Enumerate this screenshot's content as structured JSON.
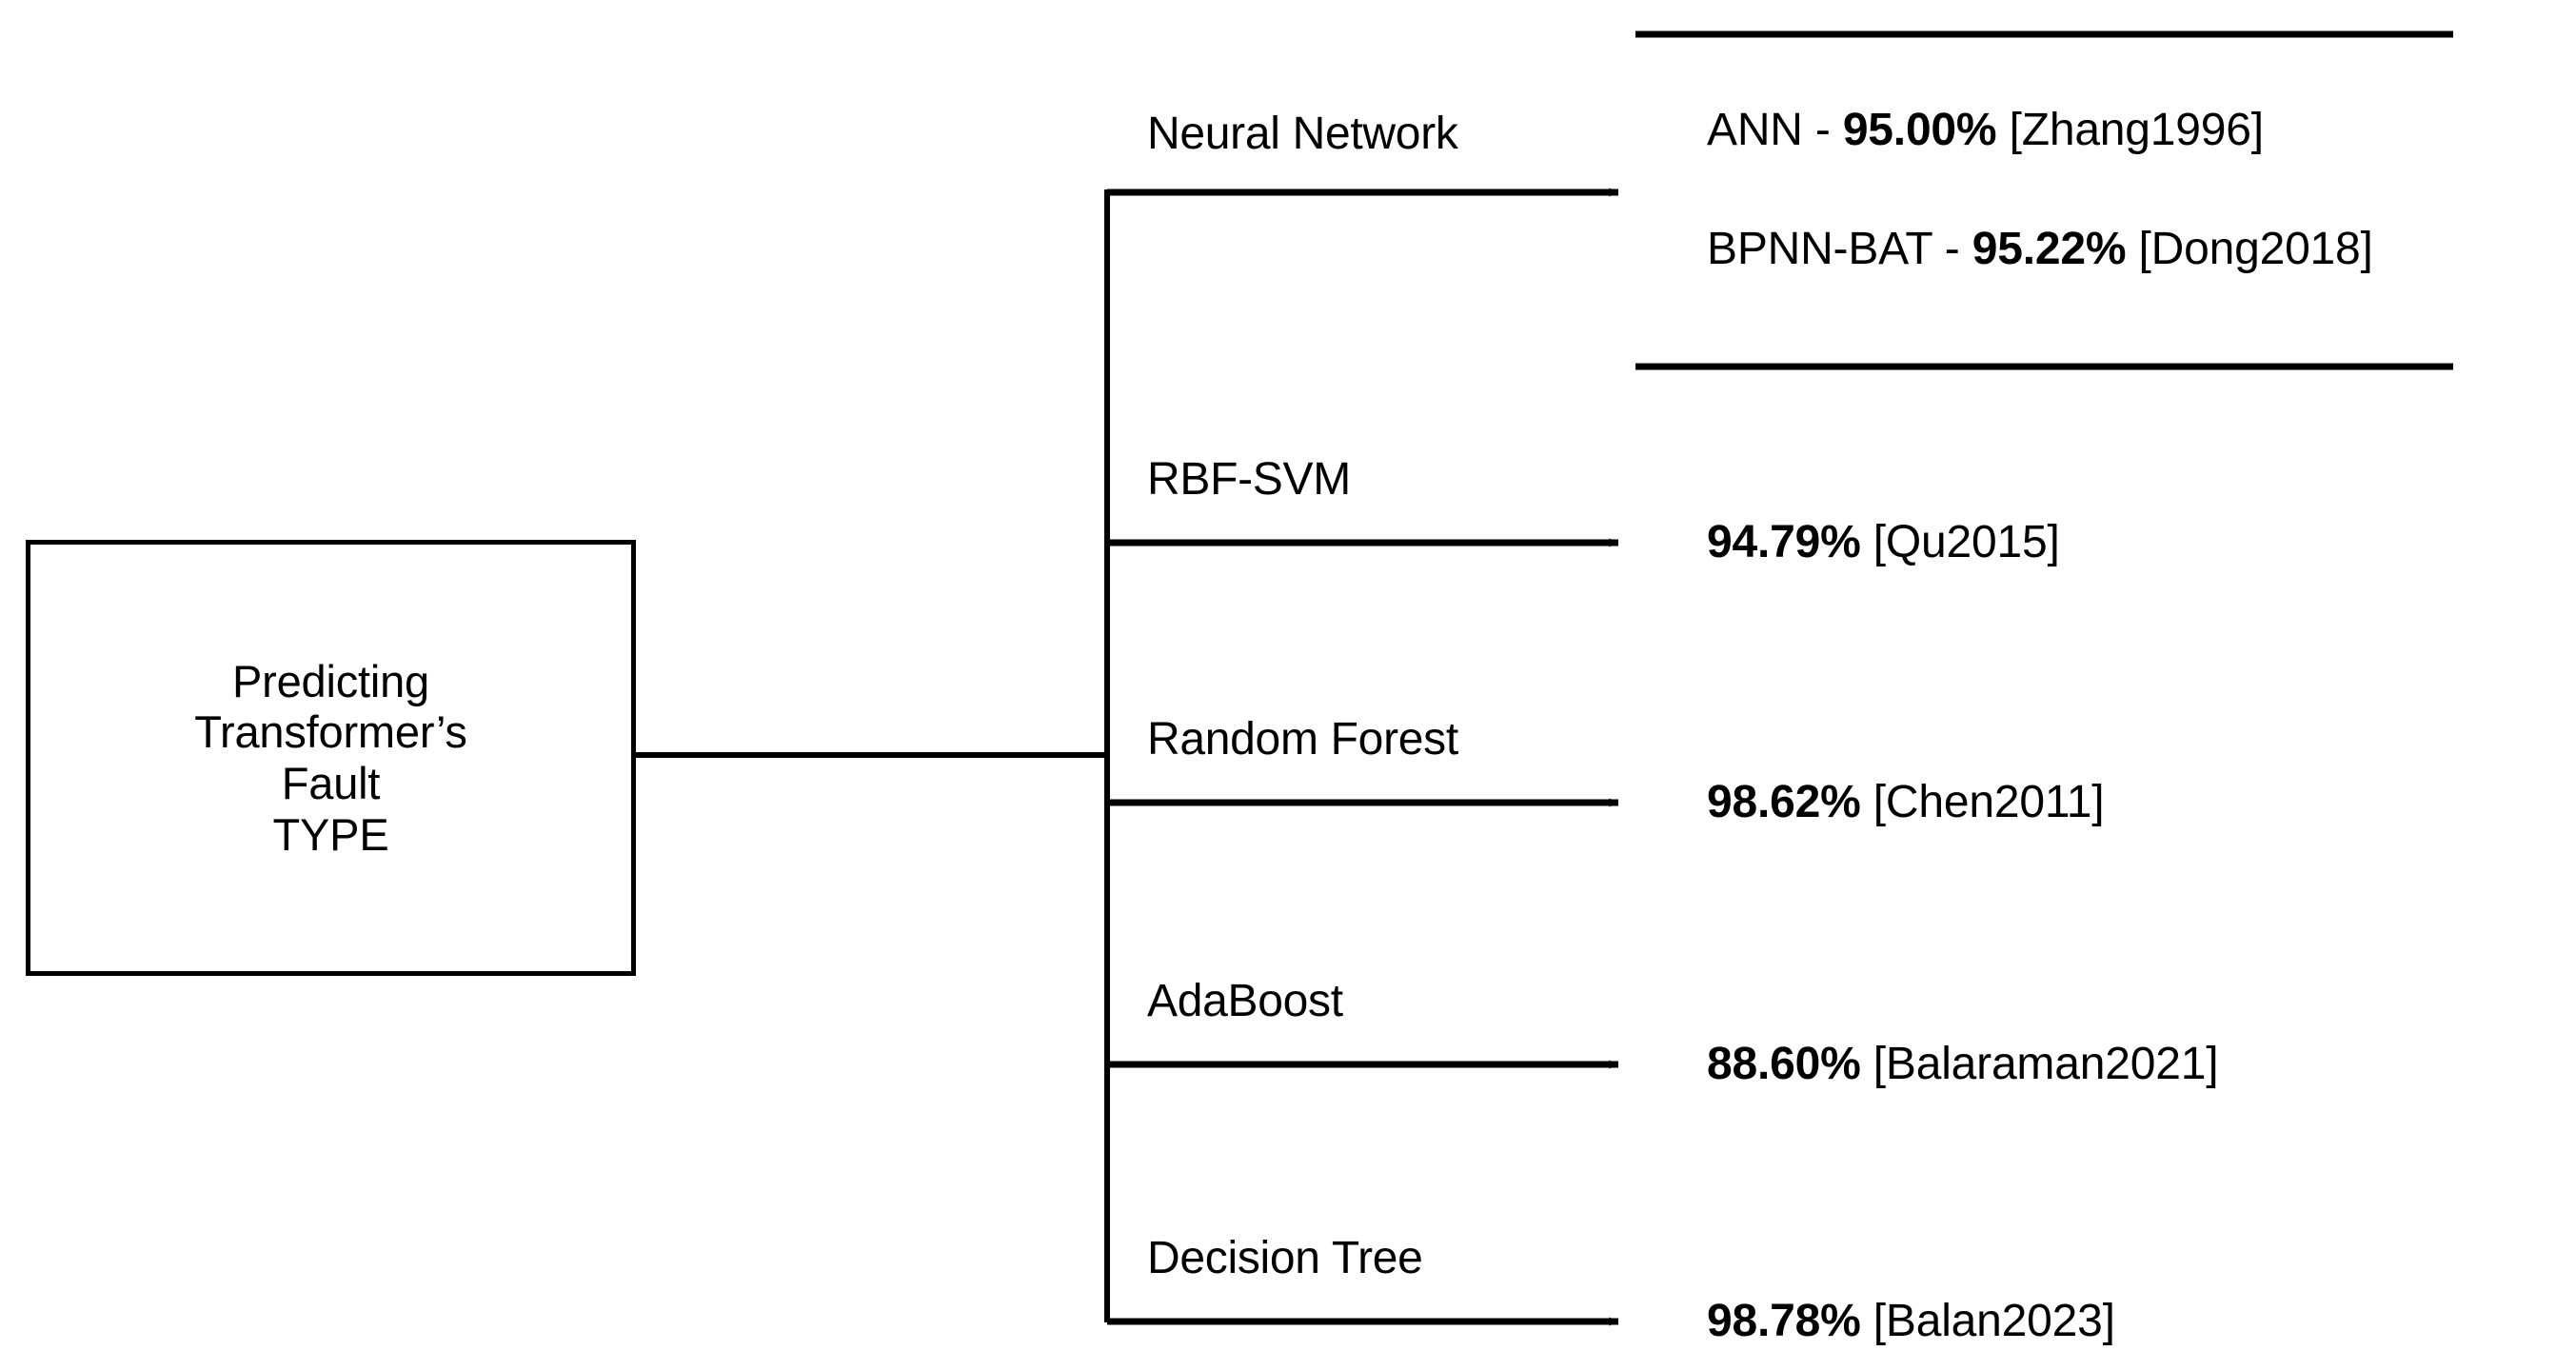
{
  "diagram": {
    "title": "Predicting Transformer's Fault TYPE — machine learning method accuracy tree",
    "type": "tree-diagram",
    "orientation": "left-to-right",
    "stroke_color": "#000000",
    "background_color": "#ffffff"
  },
  "root": {
    "lines": [
      "Predicting",
      "Transformer’s",
      "Fault",
      "TYPE"
    ]
  },
  "branches": [
    {
      "id": "neural-network",
      "label": "Neural Network",
      "grouped": true,
      "results": [
        {
          "prefix": "ANN - ",
          "accuracy": "95.00%",
          "citation": "[Zhang1996]"
        },
        {
          "prefix": "BPNN-BAT - ",
          "accuracy": "95.22%",
          "citation": "[Dong2018]"
        }
      ]
    },
    {
      "id": "rbf-svm",
      "label": "RBF-SVM",
      "grouped": false,
      "results": [
        {
          "prefix": "",
          "accuracy": "94.79%",
          "citation": "[Qu2015]"
        }
      ]
    },
    {
      "id": "random-forest",
      "label": "Random Forest",
      "grouped": false,
      "results": [
        {
          "prefix": "",
          "accuracy": "98.62%",
          "citation": "[Chen2011]"
        }
      ]
    },
    {
      "id": "adaboost",
      "label": "AdaBoost",
      "grouped": false,
      "results": [
        {
          "prefix": "",
          "accuracy": "88.60%",
          "citation": "[Balaraman2021]"
        }
      ]
    },
    {
      "id": "decision-tree",
      "label": "Decision Tree",
      "grouped": false,
      "results": [
        {
          "prefix": "",
          "accuracy": "98.78%",
          "citation": "[Balan2023]"
        }
      ]
    }
  ]
}
